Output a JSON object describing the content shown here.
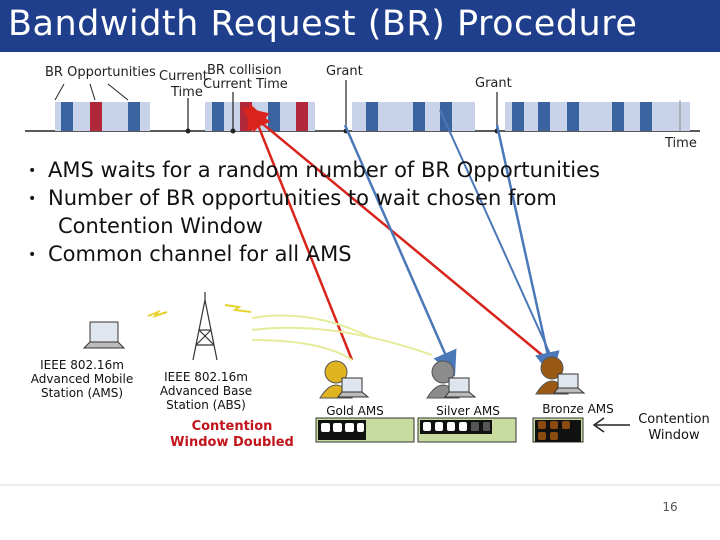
{
  "title": "Bandwidth Request (BR) Procedure",
  "timeline": {
    "br_opportunities": "BR Opportunities",
    "current_time_left_a": "Current",
    "current_time_left_b": "Time",
    "br_collision": "BR collision",
    "current_time": "Current Time",
    "grant_1": "Grant",
    "grant_2": "Grant",
    "time": "Time"
  },
  "bullets": [
    "AMS waits for a random number of BR Opportunities",
    "Number of BR opportunities to wait chosen from",
    "Contention Window",
    "Common channel for all AMS"
  ],
  "mobile_station_label": "IEEE 802.16m Advanced Mobile Station (AMS)",
  "base_station_label": "IEEE 802.16m Advanced Base Station (ABS)",
  "contention_window_doubled": "Contention Window Doubled",
  "users": [
    {
      "label": "Gold AMS",
      "color": "#e0b420"
    },
    {
      "label": "Silver AMS",
      "color": "#8c8c8c"
    },
    {
      "label": "Bronze AMS",
      "color": "#9a5a14"
    }
  ],
  "contention_window": "Contention Window",
  "page_number": "16",
  "colors": {
    "title_bg": "#1f3f8c",
    "slot_blue": "#3a64a0",
    "slot_red": "#b0283a",
    "slot_light": "#c8d2e8",
    "arrow_red": "#d8241c",
    "arrow_blue": "#4a78b8",
    "window_green": "#c8dca0"
  }
}
